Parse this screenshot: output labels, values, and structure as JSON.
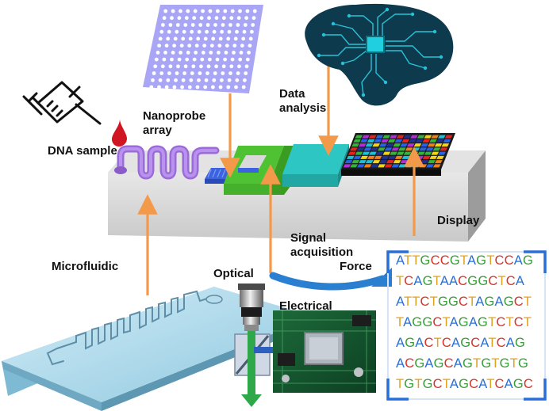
{
  "labels": {
    "dna_sample": "DNA sample",
    "nanoprobe": "Nanoprobe\narray",
    "data_analysis": "Data\nanalysis",
    "display": "Display",
    "signal_acquisition": "Signal\nacquisition",
    "microfluidic": "Microfluidic",
    "optical": "Optical",
    "force": "Force",
    "electrical": "Electrical"
  },
  "dna_sequence_lines": [
    "ATTGCCGTAGTCCAG",
    "TCAGTAACGGCTCA",
    "ATTCTGGCTAGAGCT",
    "TAGGCTAGAGTCTCT",
    "AGACTCAGCATCAG",
    "ACGAGCAGTGTGTG",
    "TGTGCTAGCATCAGC"
  ],
  "colors": {
    "A": "#2a6fd6",
    "T": "#e0a21a",
    "G": "#3a9b3a",
    "C": "#d6332a",
    "arrow": "#f39a4a",
    "chip_body": "#bdbdbd",
    "microfluidic_channel": "#9b6bd8",
    "signal_block": "#4fc233",
    "analysis_block": "#2ec6c2",
    "nanoprobe": "#a9a6f5",
    "brain": "#0d3a4d",
    "blue_arc": "#2a7fd0",
    "drop": "#d01622"
  },
  "icons": [
    "syringe-icon",
    "blood-drop-icon",
    "brain-circuit-icon",
    "microscope-icon",
    "circuit-board-icon"
  ]
}
